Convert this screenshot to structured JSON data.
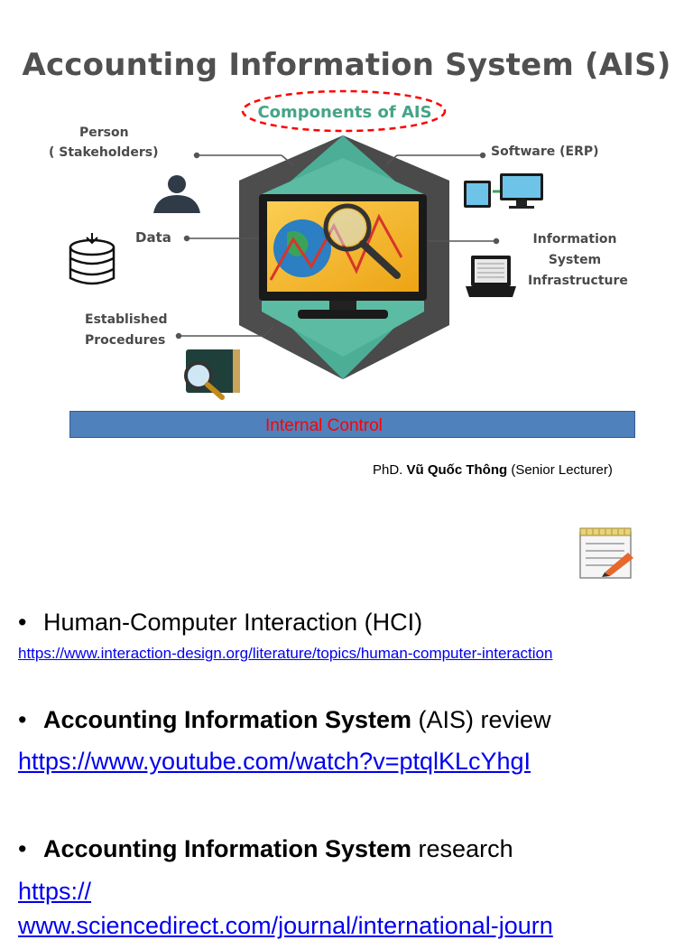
{
  "slide": {
    "title": "Accounting Information System (AIS)",
    "components_label": "Components of AIS",
    "labels": {
      "person_line1": "Person",
      "person_line2": "( Stakeholders)",
      "software": "Software (ERP)",
      "data": "Data",
      "infra_line1": "Information",
      "infra_line2": "System",
      "infra_line3": "Infrastructure",
      "procedures_line1": "Established",
      "procedures_line2": "Procedures"
    },
    "internal_control": "Internal Control",
    "credit": {
      "prefix": "PhD. ",
      "name": "Vũ Quốc Thông",
      "suffix": " (Senior Lecturer)"
    }
  },
  "bullets": [
    {
      "bold": "",
      "text": "Human-Computer Interaction (HCI)",
      "url": "https://www.interaction-design.org/literature/topics/human-computer-interaction"
    },
    {
      "bold": "Accounting Information System",
      "text": " (AIS) review",
      "url": "https://www.youtube.com/watch?v=ptqlKLcYhgI"
    },
    {
      "bold": "Accounting Information System",
      "text": " research",
      "url_line1": "https://",
      "url_line2": "www.sciencedirect.com/journal/international-journ"
    }
  ],
  "colors": {
    "hex_teal": "#4cae96",
    "hex_dark": "#4d4d4d",
    "internal_control_bg": "#4f81bd",
    "internal_control_text": "#ff0000",
    "link": "#0000ee"
  }
}
